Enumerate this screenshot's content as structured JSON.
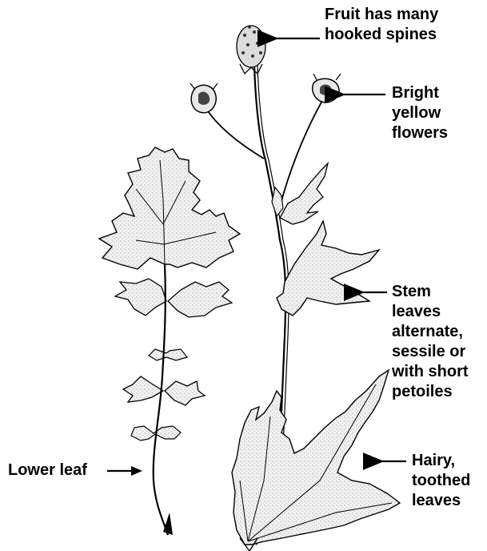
{
  "labels": {
    "fruit": [
      "Fruit has many",
      "hooked spines"
    ],
    "flowers": [
      "Bright",
      "yellow",
      "flowers"
    ],
    "stem_leaves": [
      "Stem",
      "leaves",
      "alternate,",
      "sessile or",
      "with short",
      "petoiles"
    ],
    "hairy_leaves": [
      "Hairy,",
      "toothed",
      "leaves"
    ],
    "lower_leaf": [
      "Lower leaf"
    ]
  }
}
